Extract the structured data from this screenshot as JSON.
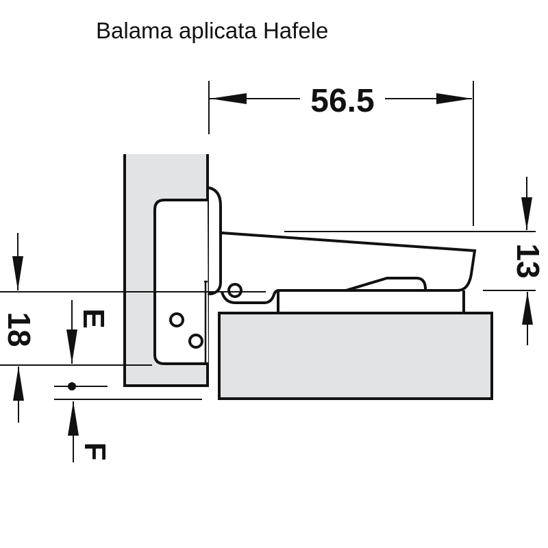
{
  "title": "Balama aplicata Hafele",
  "diagram": {
    "type": "technical-drawing",
    "subject": "concealed overlay hinge cross-section",
    "dimensions": {
      "width": "56.5",
      "height_arm": "13",
      "panel_thickness": "18",
      "label_e": "E",
      "label_f": "F"
    },
    "colors": {
      "line": "#111111",
      "panel_fill": "#e2e3e4",
      "background": "#ffffff"
    }
  }
}
